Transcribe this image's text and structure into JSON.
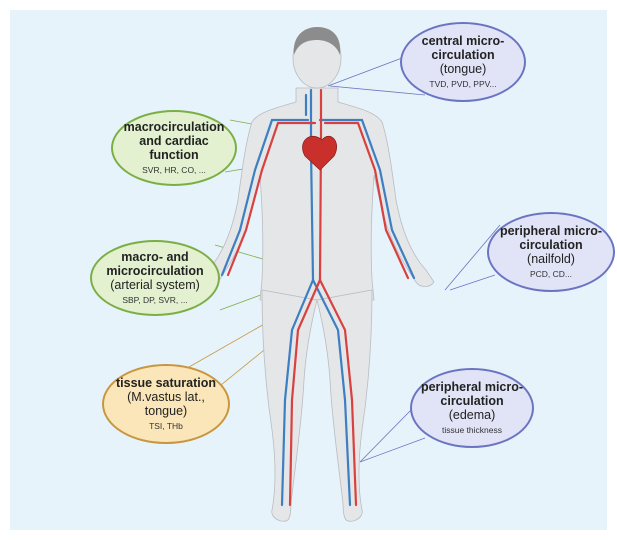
{
  "colors": {
    "background": "#e6f3fa",
    "artery": "#d8413f",
    "vein": "#3d7fc0",
    "green_bubble": "#e3f1d0",
    "blue_bubble": "#e1e4f7",
    "tan_bubble": "#fae6b9"
  },
  "bubbles": {
    "central": {
      "title_1": "central micro-",
      "title_2": "circulation",
      "sub": "(tongue)",
      "params": "TVD, PVD, PPV..."
    },
    "macro_cardiac": {
      "title_1": "macrocirculation",
      "title_2": "and cardiac",
      "title_3": "function",
      "params": "SVR, HR, CO, ..."
    },
    "macro_micro": {
      "title_1": "macro- and",
      "title_2": "microcirculation",
      "sub": "(arterial system)",
      "params": "SBP, DP, SVR, ..."
    },
    "peripheral_nailfold": {
      "title_1": "peripheral micro-",
      "title_2": "circulation",
      "sub": "(nailfold)",
      "params": "PCD, CD..."
    },
    "tissue_saturation": {
      "title_1": "tissue saturation",
      "sub_1": "(M.vastus lat.,",
      "sub_2": "tongue)",
      "params": "TSI, THb"
    },
    "peripheral_edema": {
      "title_1": "peripheral micro-",
      "title_2": "circulation",
      "sub": "(edema)",
      "params": "tissue thickness"
    }
  }
}
